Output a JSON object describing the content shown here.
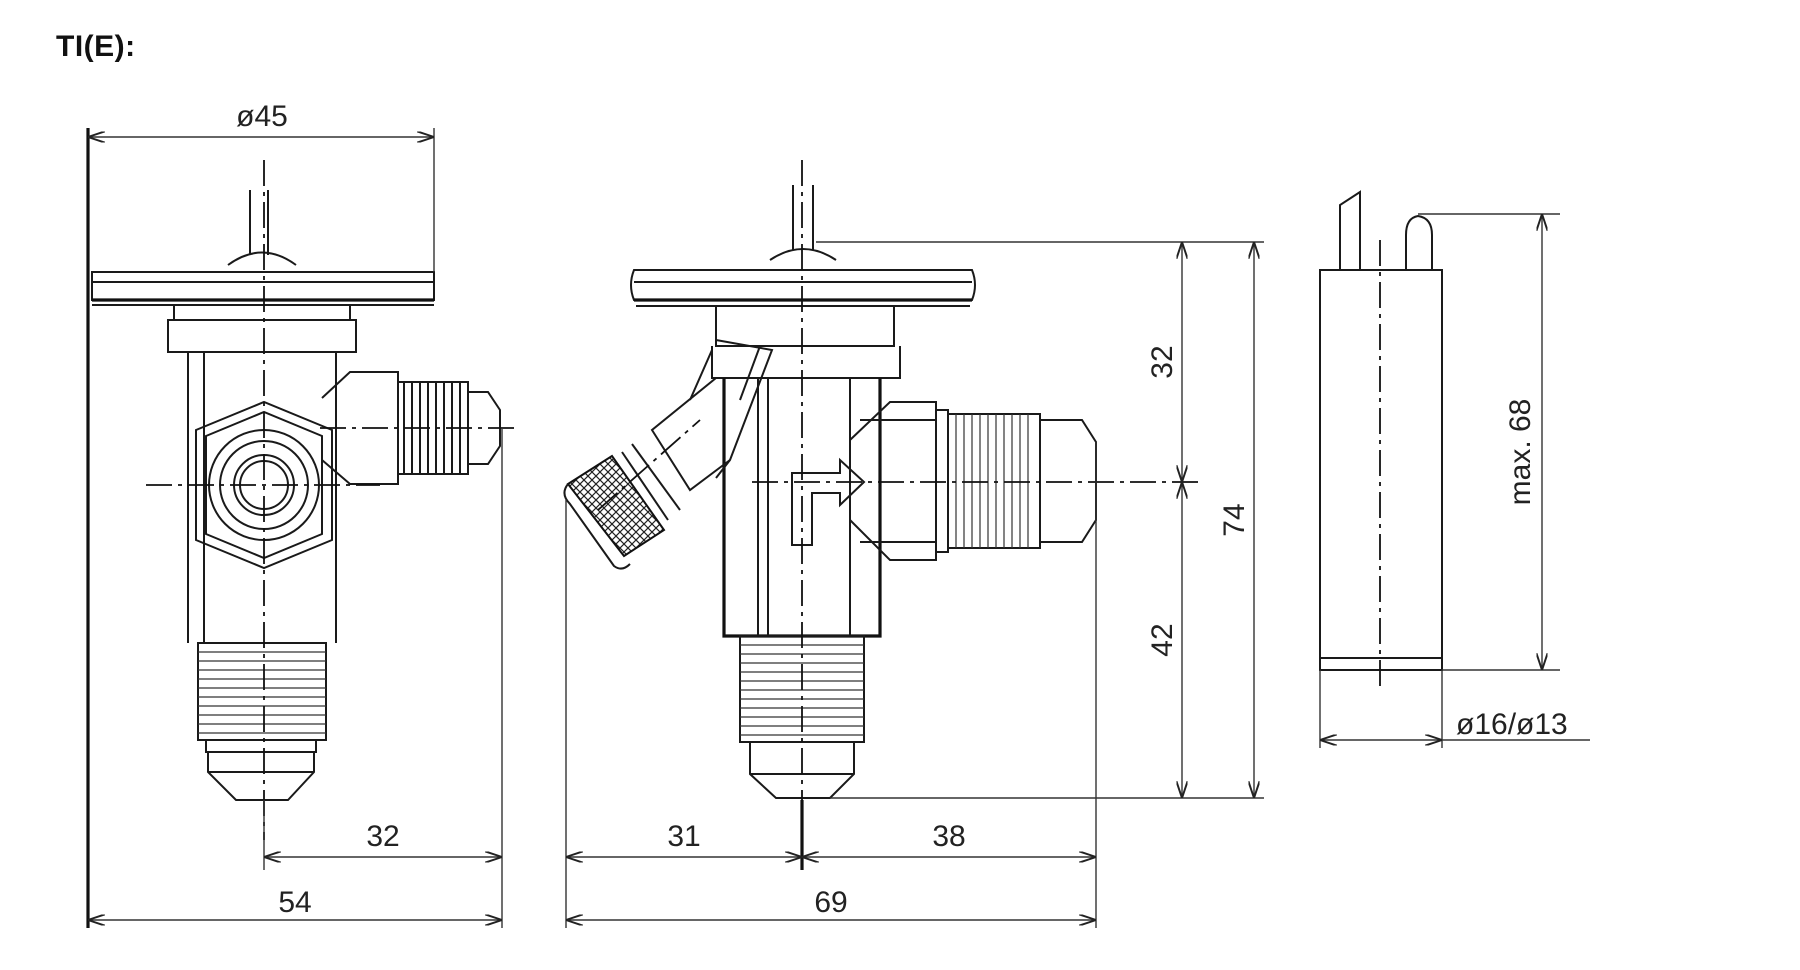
{
  "title": "TI(E):",
  "dimensions": {
    "d45": "ø45",
    "d54": "54",
    "d32a": "32",
    "d31": "31",
    "d38": "38",
    "d69": "69",
    "d32b": "32",
    "d42": "42",
    "d74": "74",
    "dmax68": "max. 68",
    "d16_13": "ø16/ø13"
  },
  "icons": {
    "valve_front": "valve-front-view-icon",
    "valve_side": "valve-side-view-icon",
    "bulb": "sensor-bulb-icon"
  }
}
